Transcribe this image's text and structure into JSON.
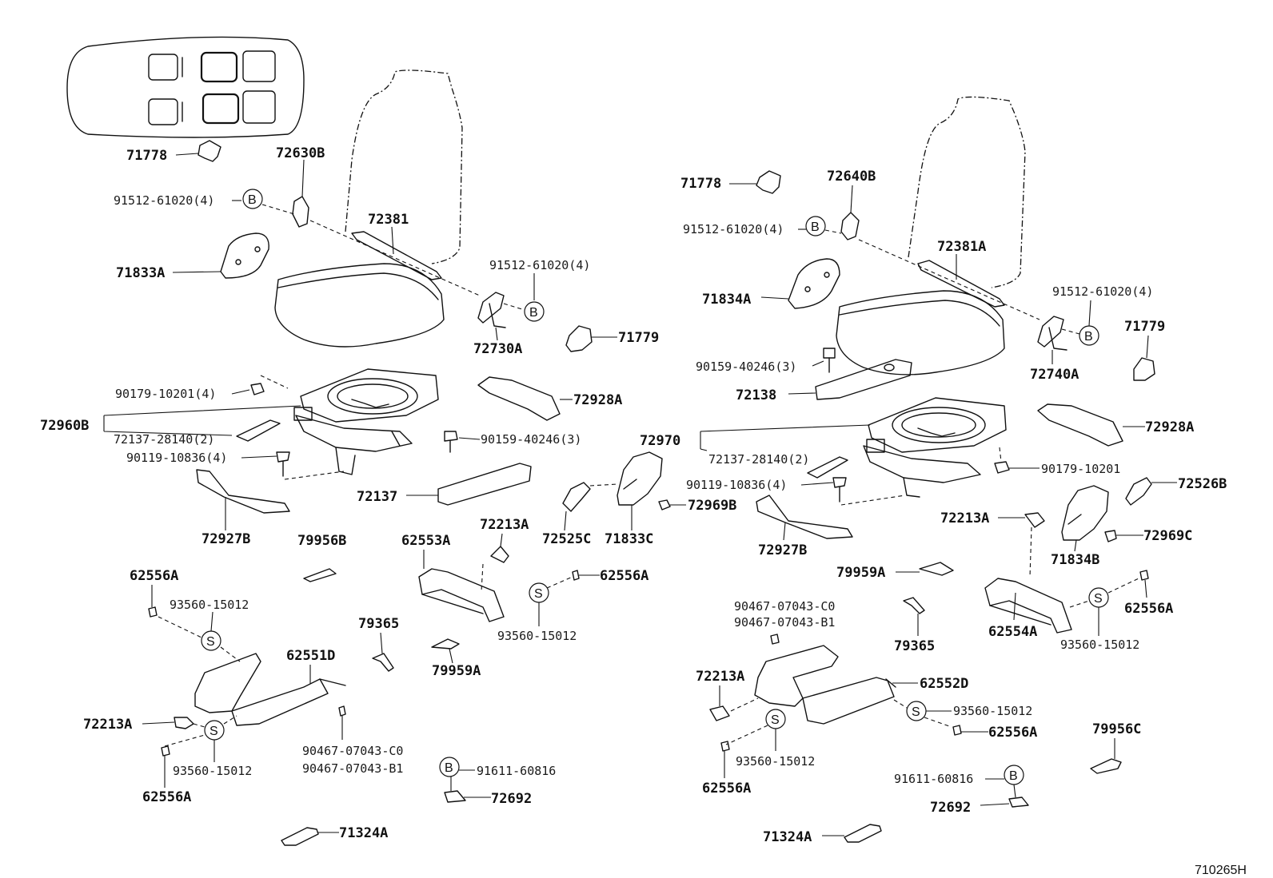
{
  "diagram_code": "710265H",
  "symbols": {
    "bolt": "B",
    "screw": "S"
  },
  "left": {
    "p71778": "71778",
    "p72630B": "72630B",
    "p91512_a": "91512-61020(4)",
    "p72381": "72381",
    "p71833A": "71833A",
    "p91512_b": "91512-61020(4)",
    "p72730A": "72730A",
    "p71779": "71779",
    "p90179": "90179-10201(4)",
    "p72960B": "72960B",
    "p72137_28140": "72137-28140(2)",
    "p90119": "90119-10836(4)",
    "p72928A": "72928A",
    "p90159": "90159-40246(3)",
    "p72137": "72137",
    "p72927B": "72927B",
    "p79956B": "79956B",
    "p62553A": "62553A",
    "p72213A_top": "72213A",
    "p62556A_top": "62556A",
    "p62556A_right": "62556A",
    "p93560_top": "93560-15012",
    "p93560_mid": "93560-15012",
    "p79365": "79365",
    "p79959A": "79959A",
    "p62551D": "62551D",
    "p72213A_bot": "72213A",
    "p93560_bot": "93560-15012",
    "p62556A_bot": "62556A",
    "p90467_c0": "90467-07043-C0",
    "p90467_b1": "90467-07043-B1",
    "p91611": "91611-60816",
    "p72692": "72692",
    "p71324A": "71324A",
    "p72525C": "72525C",
    "p71833C": "71833C",
    "p72969B": "72969B"
  },
  "right": {
    "p71778": "71778",
    "p72640B": "72640B",
    "p91512_a": "91512-61020(4)",
    "p72381A": "72381A",
    "p71834A": "71834A",
    "p91512_b": "91512-61020(4)",
    "p71779": "71779",
    "p90159": "90159-40246(3)",
    "p72740A": "72740A",
    "p72138": "72138",
    "p72928A": "72928A",
    "p72970": "72970",
    "p72137_28140": "72137-28140(2)",
    "p90179": "90179-10201",
    "p90119": "90119-10836(4)",
    "p72526B": "72526B",
    "p72969C": "72969C",
    "p72213A_top": "72213A",
    "p72927B": "72927B",
    "p71834B": "71834B",
    "p79959A": "79959A",
    "p62556A_right": "62556A",
    "p62554A": "62554A",
    "p93560_right": "93560-15012",
    "p90467_c0": "90467-07043-C0",
    "p90467_b1": "90467-07043-B1",
    "p79365": "79365",
    "p72213A_bot": "72213A",
    "p62552D": "62552D",
    "p93560_mid": "93560-15012",
    "p62556A_mid": "62556A",
    "p93560_bot": "93560-15012",
    "p62556A_bot": "62556A",
    "p79956C": "79956C",
    "p91611": "91611-60816",
    "p72692": "72692",
    "p71324A": "71324A"
  }
}
